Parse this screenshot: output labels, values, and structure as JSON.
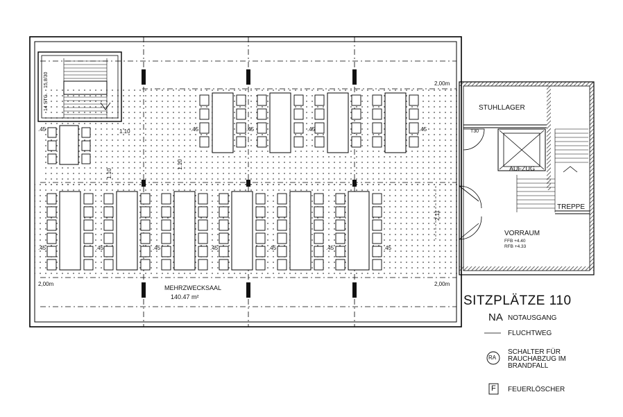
{
  "rooms": {
    "stair_label_1": "14 STG.",
    "stair_label_2": "15,8/30",
    "hall_name": "MEHRZWECKSAAL",
    "hall_area": "140.47 m²",
    "chair_store": "STUHLLAGER",
    "door_rating": "T30",
    "lift": "AUFZUG",
    "stairs": "TREPPE",
    "anteroom": "VORRAUM",
    "ffb": "FFB  +4.40",
    "rfb": "RFB  +4.33"
  },
  "dimensions": {
    "top_right": "2,00m",
    "bottom_left": "2,00m",
    "bottom_right": "2,00m",
    "gap_h": "1.10",
    "gap_v": "1.10",
    "gap_v2": "1.10",
    "aisle": ".45",
    "door_width": "2.11"
  },
  "legend": {
    "seats_title": "SITZPLÄTZE 110",
    "na_symbol": "NA",
    "na_text": "NOTAUSGANG",
    "escape_text": "FLUCHTWEG",
    "ra_symbol": "RA",
    "ra_text_1": "SCHALTER FÜR",
    "ra_text_2": "RAUCHABZUG IM",
    "ra_text_3": "BRANDFALL",
    "f_symbol": "F",
    "f_text": "FEUERLÖSCHER"
  }
}
